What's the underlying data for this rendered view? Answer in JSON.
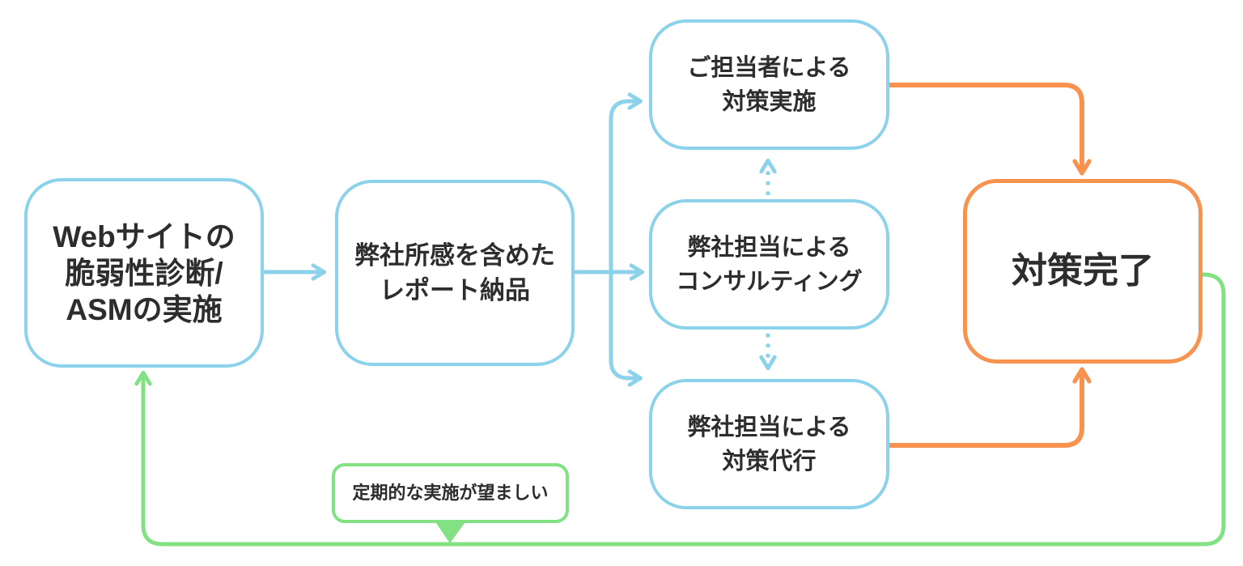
{
  "colors": {
    "blue": "#8cd2ea",
    "orange": "#f7924f",
    "green": "#82e182",
    "text": "#2d2d2d",
    "background": "#ffffff"
  },
  "nodes": {
    "assessment": {
      "line1": "Webサイトの",
      "line2": "脆弱性診断/",
      "line3": "ASMの実施"
    },
    "report": {
      "line1": "弊社所感を含めた",
      "line2": "レポート納品"
    },
    "customer_action": {
      "line1": "ご担当者による",
      "line2": "対策実施"
    },
    "consulting": {
      "line1": "弊社担当による",
      "line2": "コンサルティング"
    },
    "remediation_by_vendor": {
      "line1": "弊社担当による",
      "line2": "対策代行"
    },
    "complete": {
      "line1": "対策完了"
    },
    "periodic_note": {
      "line1": "定期的な実施が望ましい"
    }
  }
}
